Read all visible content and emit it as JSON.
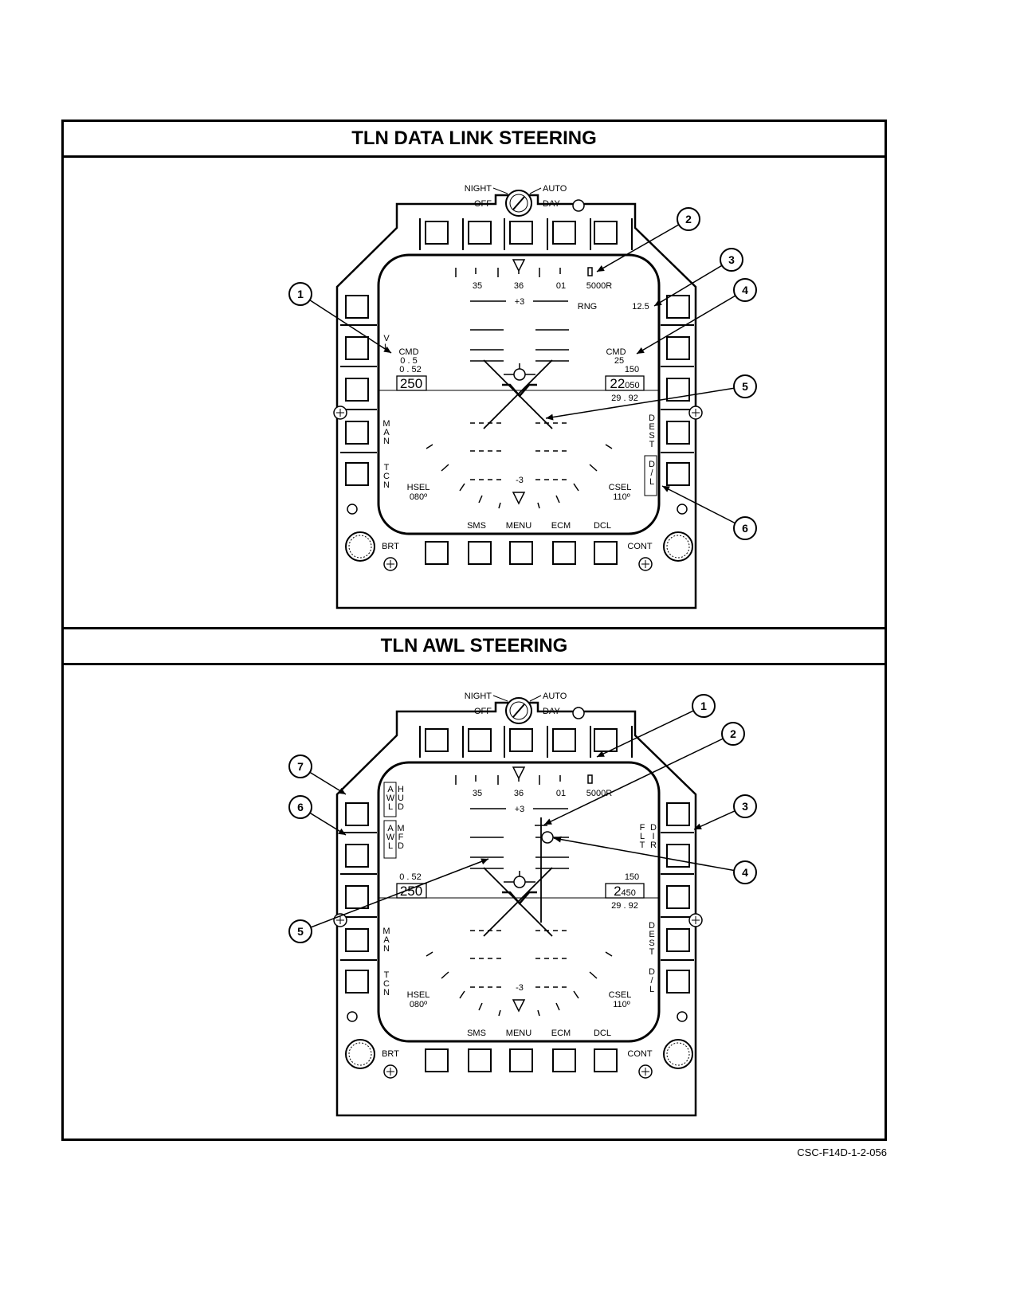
{
  "figure_ref": "CSC-F14D-1-2-056",
  "panels": [
    {
      "title": "TLN DATA LINK STEERING",
      "knob": {
        "night": "NIGHT",
        "auto": "AUTO",
        "off": "OFF",
        "day": "DAY"
      },
      "heading_ticks": [
        "35",
        "36",
        "01"
      ],
      "range_indicator": "5000R",
      "pitch_top": "+3",
      "pitch_bottom": "-3",
      "rng_label": "RNG",
      "rng_value": "12.5",
      "left_side": {
        "label_vl": "V\nL",
        "cmd": "CMD",
        "cmd_value": "0 . 5",
        "mach": "0 . 52",
        "airspeed": "250"
      },
      "right_side": {
        "cmd": "CMD",
        "cmd_value": "25",
        "upper": "150",
        "altitude_big": "22",
        "altitude_small": "050",
        "baro": "29 . 92"
      },
      "left_buttons_labels": [
        "MAN",
        "TCN"
      ],
      "right_buttons_labels": [
        "DEST",
        "D/L"
      ],
      "hsel": "HSEL",
      "hsel_value": "080º",
      "csel": "CSEL",
      "csel_value": "110º",
      "bottom_labels": [
        "SMS",
        "MENU",
        "ECM",
        "DCL"
      ],
      "brt": "BRT",
      "cont": "CONT",
      "callouts": [
        "1",
        "2",
        "3",
        "4",
        "5",
        "6"
      ]
    },
    {
      "title": "TLN AWL STEERING",
      "knob": {
        "night": "NIGHT",
        "auto": "AUTO",
        "off": "OFF",
        "day": "DAY"
      },
      "heading_ticks": [
        "35",
        "36",
        "01"
      ],
      "range_indicator": "5000R",
      "pitch_top": "+3",
      "pitch_bottom": "-3",
      "left_side": {
        "awl_hud": "AWL HUD",
        "awl_mfd": "AWL MFD",
        "mach": "0 . 52",
        "airspeed": "250"
      },
      "right_side": {
        "flt_dir": "FLT DIR",
        "upper": "150",
        "altitude_big": "2",
        "altitude_small": "450",
        "baro": "29 . 92"
      },
      "left_buttons_labels": [
        "MAN",
        "TCN"
      ],
      "right_buttons_labels": [
        "DEST",
        "D/L"
      ],
      "hsel": "HSEL",
      "hsel_value": "080º",
      "csel": "CSEL",
      "csel_value": "110º",
      "bottom_labels": [
        "SMS",
        "MENU",
        "ECM",
        "DCL"
      ],
      "brt": "BRT",
      "cont": "CONT",
      "callouts": [
        "1",
        "2",
        "3",
        "4",
        "5",
        "6",
        "7"
      ]
    }
  ]
}
